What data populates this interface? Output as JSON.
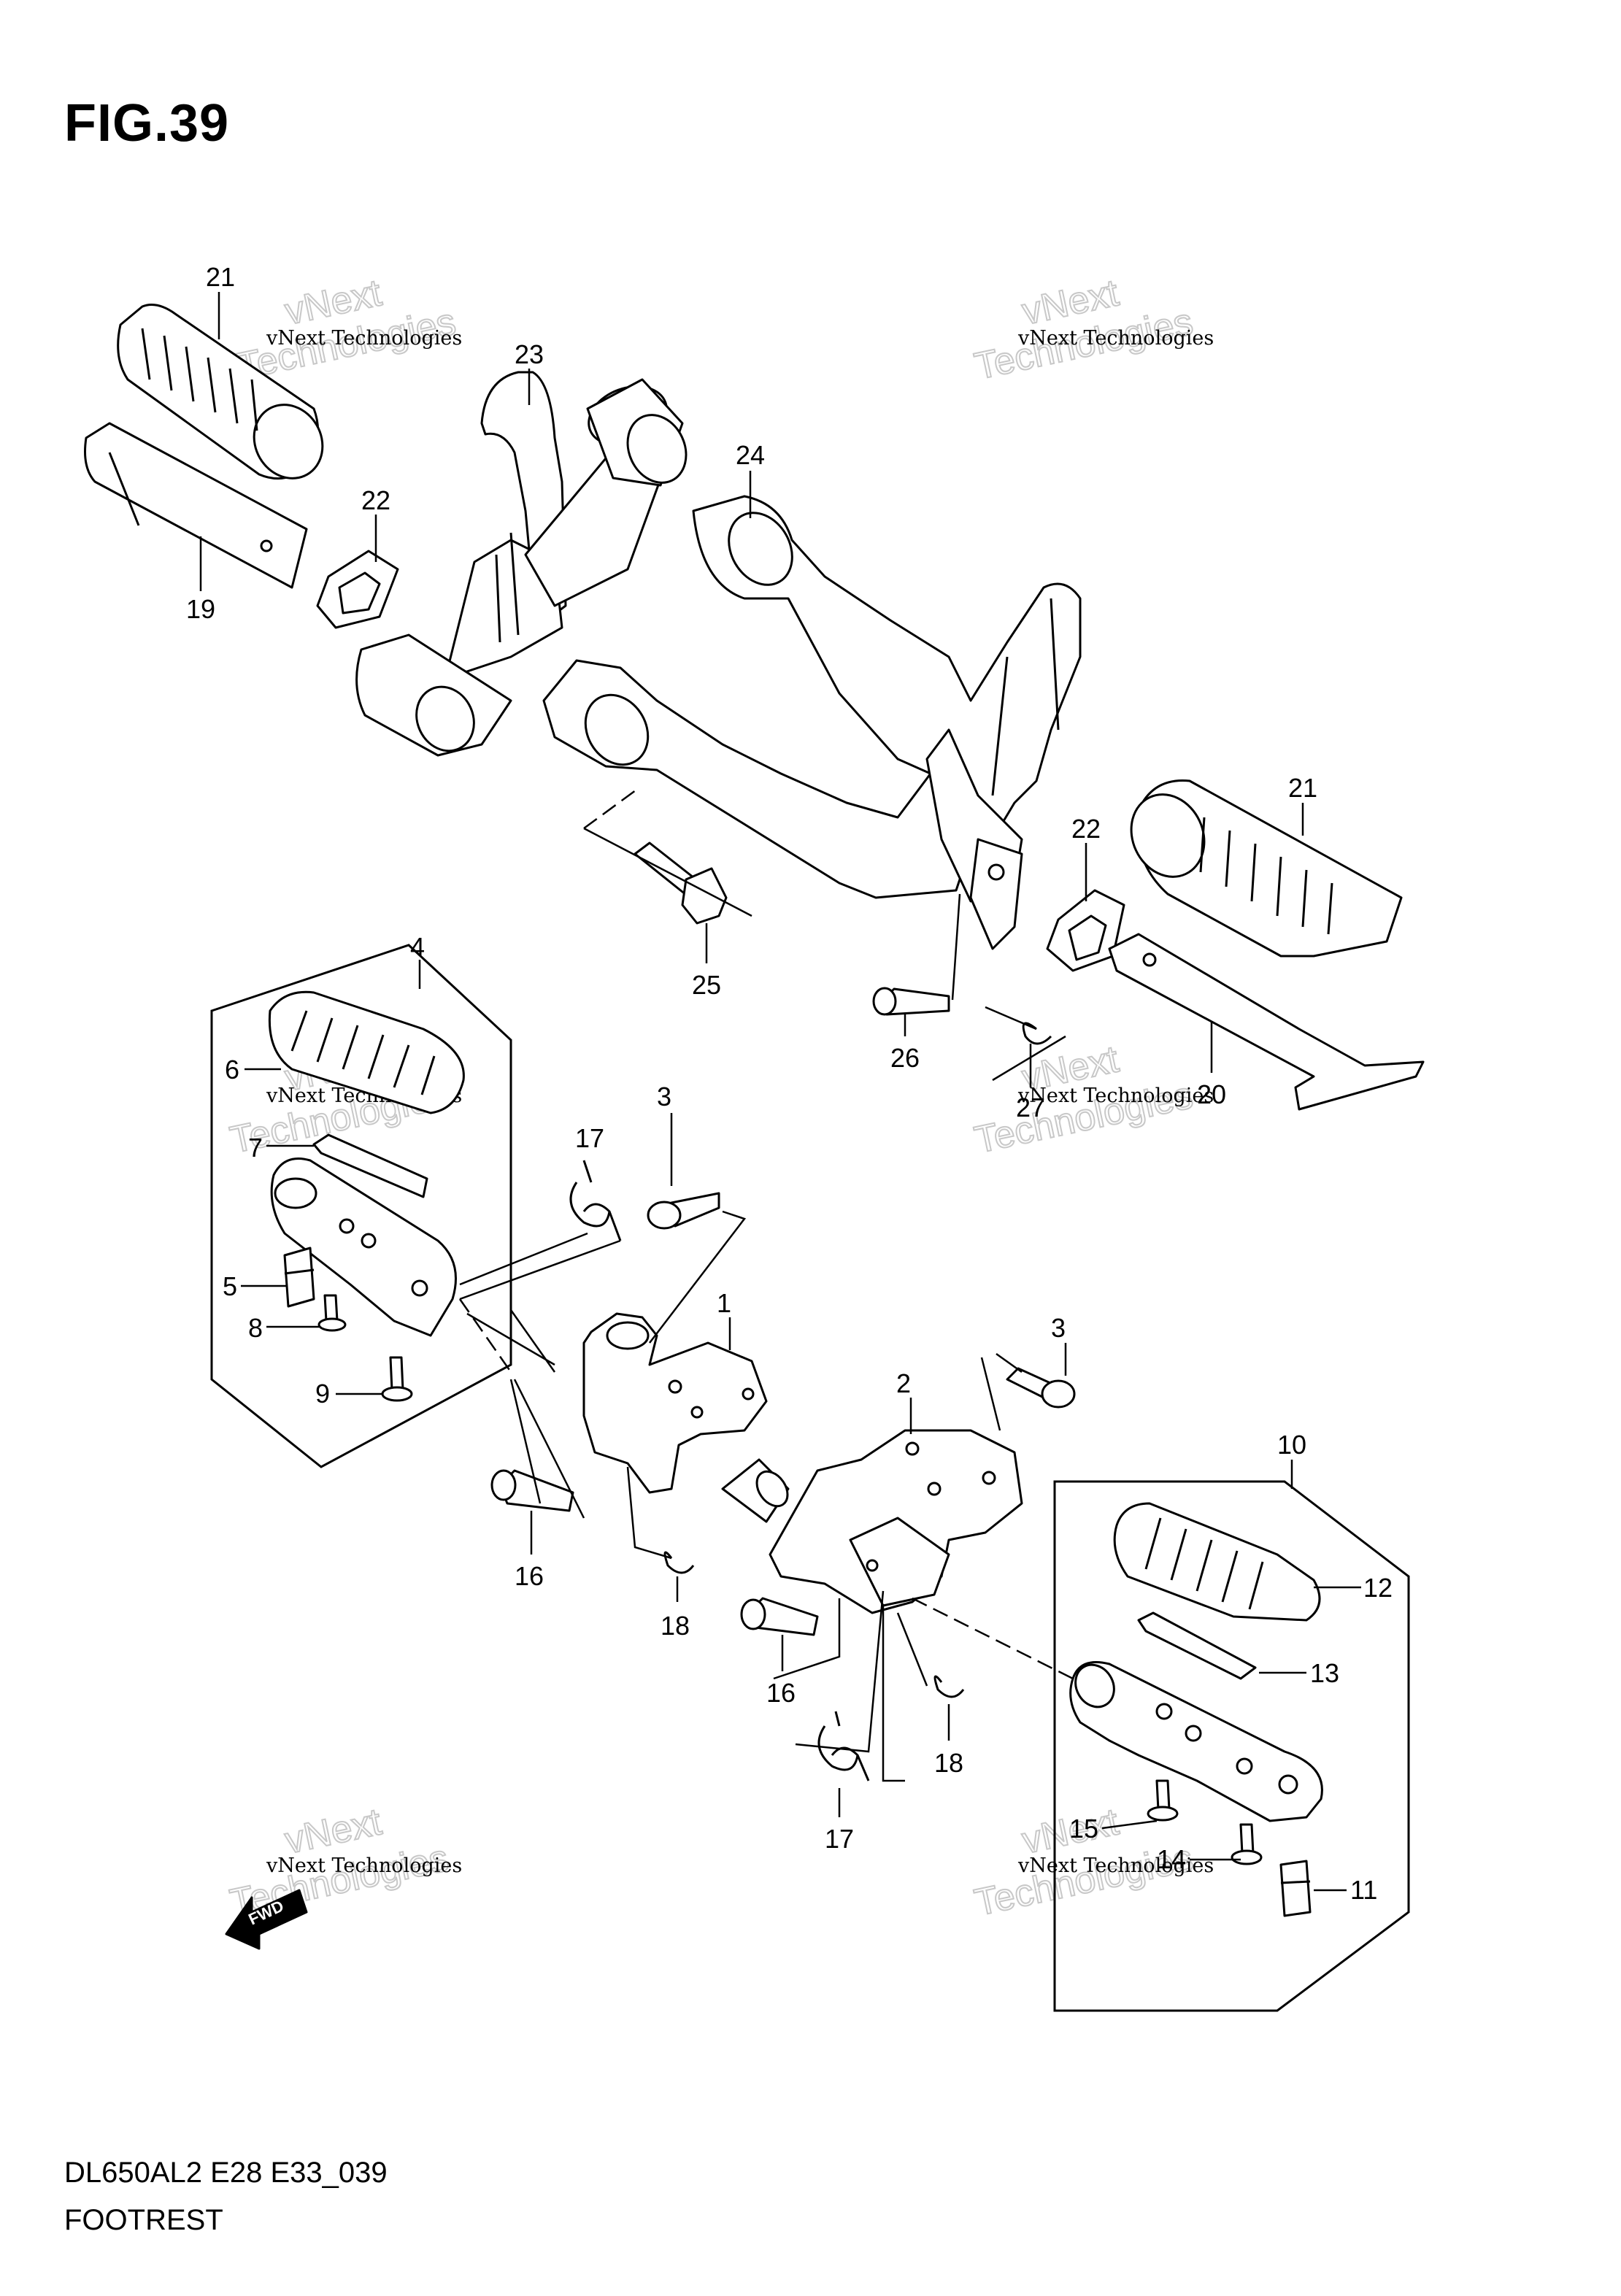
{
  "figure": {
    "title": "FIG.39",
    "model_code": "DL650AL2 E28 E33_039",
    "section_name": "FOOTREST"
  },
  "watermark": {
    "line_small": "vNext Technologies",
    "line_big": "Technologies",
    "line_corner": "vNext"
  },
  "fwd_label": "FWD",
  "callouts": {
    "c21a": "21",
    "c23": "23",
    "c22a": "22",
    "c19": "19",
    "c24": "24",
    "c21b": "21",
    "c22b": "22",
    "c25": "25",
    "c26": "26",
    "c20": "20",
    "c27": "27",
    "c4": "4",
    "c6": "6",
    "c7": "7",
    "c5": "5",
    "c8": "8",
    "c9": "9",
    "c3a": "3",
    "c17a": "17",
    "c1": "1",
    "c16a": "16",
    "c18a": "18",
    "c2": "2",
    "c3b": "3",
    "c16b": "16",
    "c18b": "18",
    "c17b": "17",
    "c10": "10",
    "c12": "12",
    "c13": "13",
    "c15": "15",
    "c14": "14",
    "c11": "11"
  }
}
